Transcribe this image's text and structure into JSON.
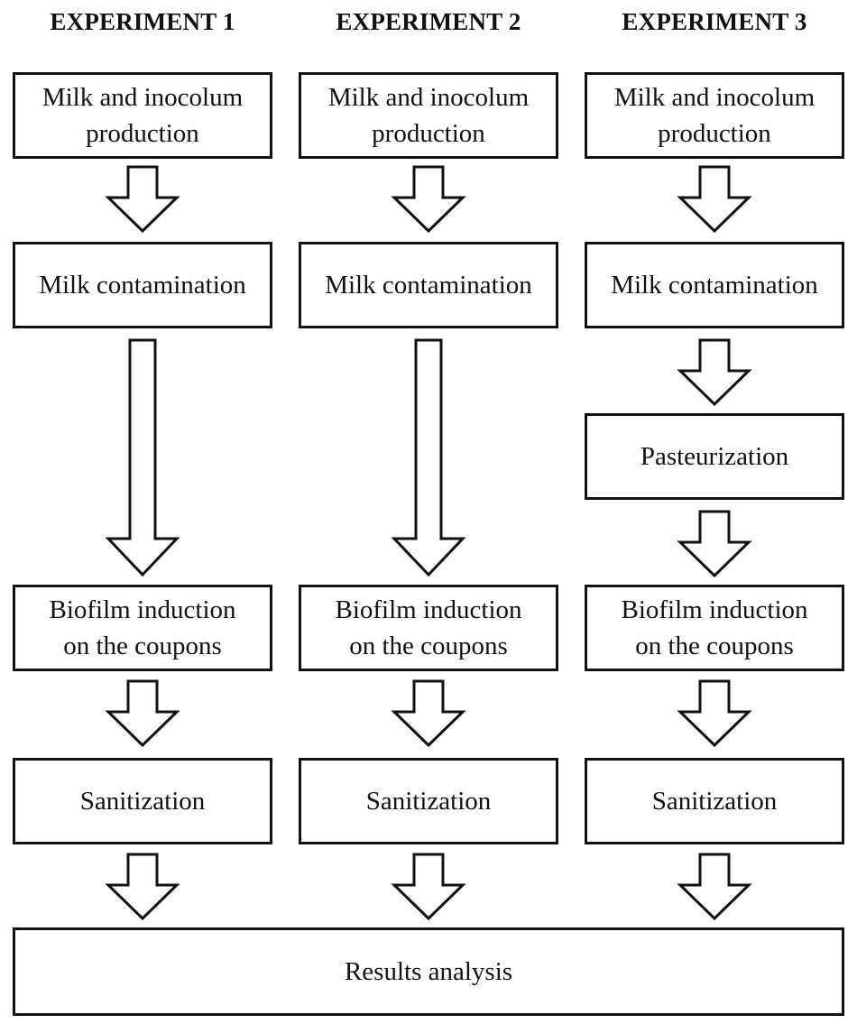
{
  "headers": [
    "EXPERIMENT 1",
    "EXPERIMENT 2",
    "EXPERIMENT 3"
  ],
  "steps": {
    "milk_inoculum": [
      "Milk and inocolum",
      "production"
    ],
    "milk_contamination": "Milk contamination",
    "pasteurization": "Pasteurization",
    "biofilm": [
      "Biofilm induction",
      "on the coupons"
    ],
    "sanitization": "Sanitization",
    "results": "Results analysis"
  },
  "colors": {
    "stroke": "#111111",
    "fill": "#ffffff"
  }
}
